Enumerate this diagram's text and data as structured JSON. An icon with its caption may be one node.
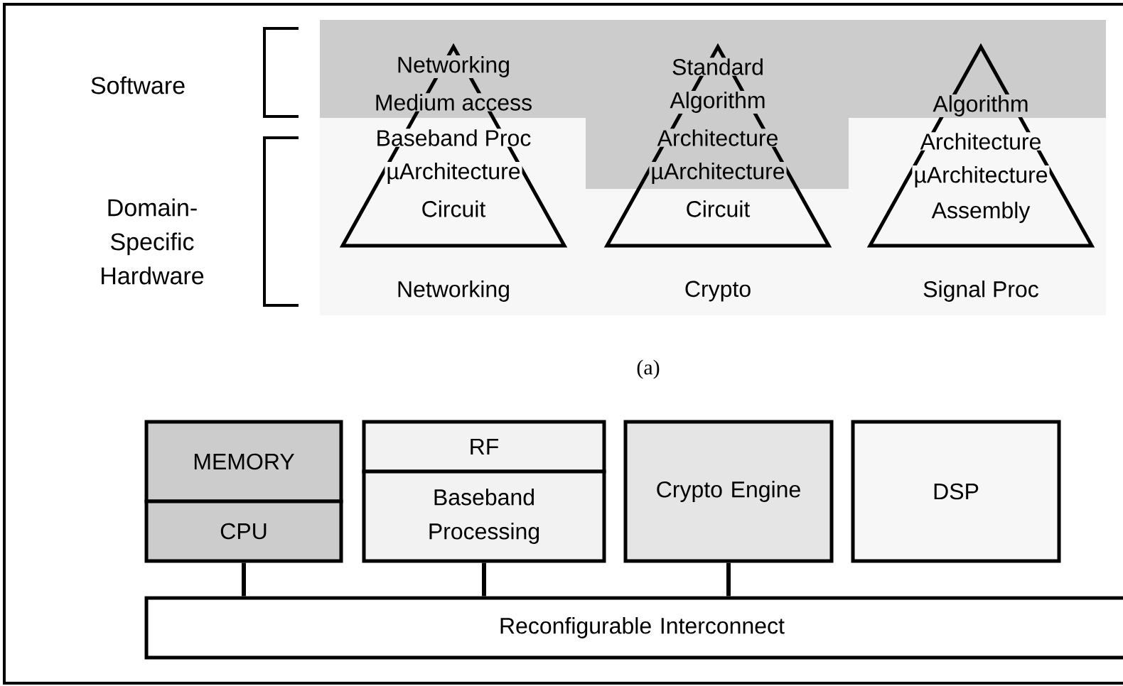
{
  "diagram": {
    "nodes": [
      {
        "text": [
          "Networking",
          "Medium access",
          "Baseband Proc",
          "µArchitecture",
          "Circuit"
        ],
        "beside": [
          "Networking"
        ]
      },
      {
        "text": [
          "Standard",
          "Algorithm",
          "Architecture",
          "µArchitecture",
          "Circuit"
        ],
        "beside": [
          "Crypto"
        ]
      },
      {
        "text": [
          "Algorithm",
          "Architecture",
          "µArchitecture",
          "Assembly"
        ],
        "beside": [
          "Signal Proc"
        ]
      },
      {
        "text": [
          "MEMORY"
        ]
      },
      {
        "text": [
          "CPU"
        ]
      },
      {
        "text": [
          "RF"
        ]
      },
      {
        "text": [
          "Baseband Processing"
        ]
      },
      {
        "text": [
          "Crypto Engine"
        ]
      },
      {
        "text": [
          "DSP"
        ]
      },
      {
        "text": [
          "Reconfigurable Interconnect"
        ]
      }
    ],
    "edges": [
      {
        "from": 4,
        "to": 9,
        "arrow": "none"
      },
      {
        "from": 6,
        "to": 9,
        "arrow": "none"
      },
      {
        "from": 7,
        "to": 9,
        "arrow": "none"
      }
    ],
    "labels": [
      "Software",
      "Domain-Specific Hardware",
      "(a)"
    ]
  }
}
